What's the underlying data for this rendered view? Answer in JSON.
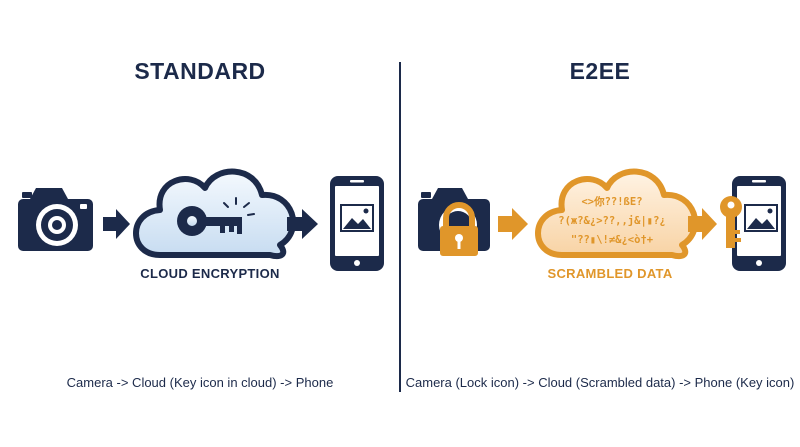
{
  "left_panel": {
    "title": "STANDARD",
    "cloud_label": "CLOUD ENCRYPTION",
    "caption": "Camera -> Cloud (Key icon in cloud) -> Phone"
  },
  "right_panel": {
    "title": "E2EE",
    "cloud_label": "SCRAMBLED DATA",
    "caption": "Camera (Lock icon) -> Cloud (Scrambled data) -> Phone (Key icon)",
    "scrambled_lines": [
      "<>你??!ßE?",
      "?(ж?&¿>??,,j&|▮?¿",
      "\"??▮\\!≠&¿<ò†+"
    ]
  },
  "colors": {
    "navy": "#1c2a4a",
    "orange": "#e0962a",
    "cloud_fill_left": "#dbe9f6",
    "cloud_fill_right": "#fbe3c4"
  },
  "icons": [
    "camera-icon",
    "arrow-icon",
    "cloud-icon",
    "key-icon",
    "phone-icon",
    "image-icon",
    "lock-icon"
  ]
}
